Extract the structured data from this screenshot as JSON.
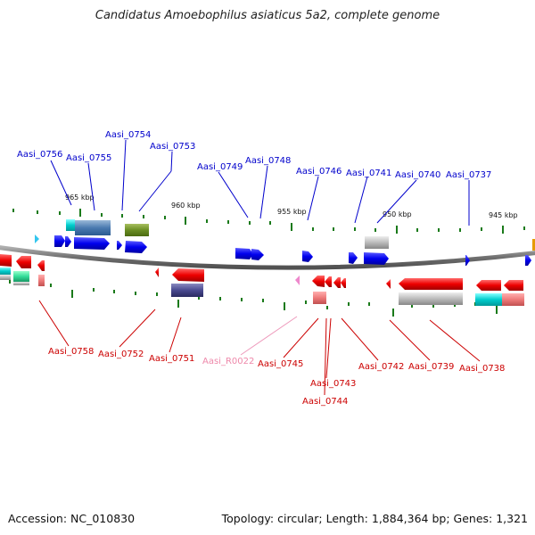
{
  "title": "Candidatus Amoebophilus asiaticus 5a2, complete genome",
  "accession": "Accession: NC_010830",
  "summary": "Topology: circular; Length: 1,884,364 bp; Genes: 1,321",
  "ticks": [
    "965 kbp",
    "960 kbp",
    "955 kbp",
    "950 kbp",
    "945 kbp"
  ],
  "forward_genes": [
    "Aasi_0756",
    "Aasi_0755",
    "Aasi_0754",
    "Aasi_0753",
    "Aasi_0749",
    "Aasi_0748",
    "Aasi_0746",
    "Aasi_0741",
    "Aasi_0740",
    "Aasi_0737"
  ],
  "reverse_genes": [
    "Aasi_0758",
    "Aasi_0752",
    "Aasi_0751",
    "Aasi_R0022",
    "Aasi_0745",
    "Aasi_0743",
    "Aasi_0744",
    "Aasi_0742",
    "Aasi_0739",
    "Aasi_0738"
  ],
  "colors": {
    "forward": "#0000cc",
    "reverse": "#cc0000",
    "rna": "#ee88aa",
    "backbone": "#808080",
    "tick": "#1a7a1a"
  }
}
